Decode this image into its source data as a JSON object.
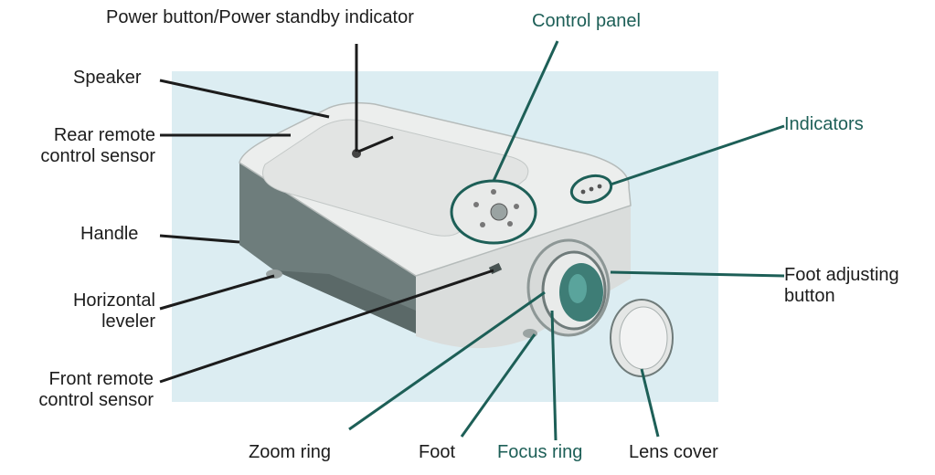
{
  "labels": {
    "power_button": "Power button/Power standby indicator",
    "control_panel": "Control panel",
    "speaker": "Speaker",
    "rear_remote_line1": "Rear remote",
    "rear_remote_line2": "control sensor",
    "indicators": "Indicators",
    "handle": "Handle",
    "foot_adjusting_line1": "Foot adjusting",
    "foot_adjusting_line2": "button",
    "horizontal_line1": "Horizontal",
    "horizontal_line2": "leveler",
    "front_remote_line1": "Front remote",
    "front_remote_line2": "control sensor",
    "zoom_ring": "Zoom ring",
    "foot": "Foot",
    "focus_ring": "Focus ring",
    "lens_cover": "Lens cover"
  },
  "colors": {
    "background_panel": "#dcedf2",
    "dark_line": "#1c1c1c",
    "teal_line": "#1d5f57",
    "teal_text": "#1d5f57",
    "device_body": "#e6e6e6",
    "device_shadow": "#9aa9a8"
  }
}
